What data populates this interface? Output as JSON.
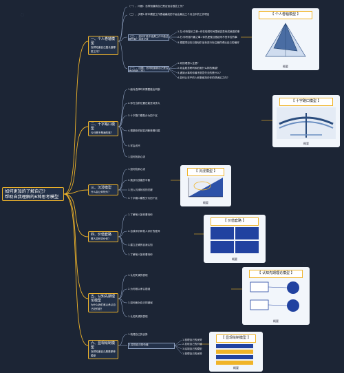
{
  "root": {
    "line1": "如何更加的了解自己?",
    "line2": "帮助自我理解的6种思考模型"
  },
  "branches": [
    {
      "l1": "一、个人卷轴模型",
      "l2": "怎样知道自己擅长做哪类工作？"
    },
    {
      "l1": "二、十字路口模型",
      "l2": "今日是不是我的事？"
    },
    {
      "l1": "三、沉浸模型",
      "l2": "什么会让你快乐？"
    },
    {
      "l1": "四、价值套路",
      "l2": "哪人如何评价你？"
    },
    {
      "l1": "五、认知先期理论模型",
      "l2": "为什么我们难以承认自己犯的错？"
    },
    {
      "l1": "六、显现绘制模型",
      "l2": "怎样知道自己是是那种模型"
    }
  ],
  "leaves": [
    "（一）、问题：怎样知道我自己是否适合做此工作？",
    "（二）、步骤1:将本模型工作表格横线的下画出最近三个月当中的工作项目",
    "（三）、如何才能不遗漏工作中做过哪些事？将其记录",
    "1.左:你所擅长之事=你在较短时间里就容易有成就感的事",
    "2.右:你所感兴趣之事=你热爱做且做起来不觉辛苦的事",
    "3.根据项目在已卷轴中坐标进行标注最终得出自己的偏好",
    "1.你的理想人生是?",
    "2.你会愿意聆听和欣赏什么样的情感？",
    "3.遇到大事时你最不愿意失去的是什么？",
    "4.如何让在乎的人和事维持在你的舒适区之内?",
    "1.面对选择时你需要做出判断",
    "2.你在当前位置还能坚持多久",
    "3.十字路口模型分为四个区",
    "4.根据你的回答判断事情归属",
    "5.学会说不",
    "1.如何找到心流",
    "2.挑战与技能的平衡",
    "3.进入沉浸状态的关键",
    "1.了解他人如何看待你",
    "2.自我评价和他人评价的差异",
    "3.建立正确的自我认知",
    "1.认知失调的表现",
    "2.为何难以承认错误",
    "3.如何面对自己的错误",
    "1.梳理自己的优势",
    "2.发现自己的价值",
    "3.绘制自己的模型"
  ],
  "cards": [
    {
      "title": "【 个人卷轴模型 】",
      "foot": "概要"
    },
    {
      "title": "【 十字路口模型 】",
      "foot": "概要"
    },
    {
      "title": "【 沉浸模型 】",
      "foot": "概要"
    },
    {
      "title": "【 价值套路 】",
      "foot": "概要"
    },
    {
      "title": "【 认知先期理论模型 】",
      "foot": "概要"
    },
    {
      "title": "【 显现绘制模型 】",
      "foot": "概要"
    }
  ],
  "colors": {
    "bg": "#1c2535",
    "accent": "#f0b429",
    "line": "#f0b429",
    "node": "#223047"
  }
}
